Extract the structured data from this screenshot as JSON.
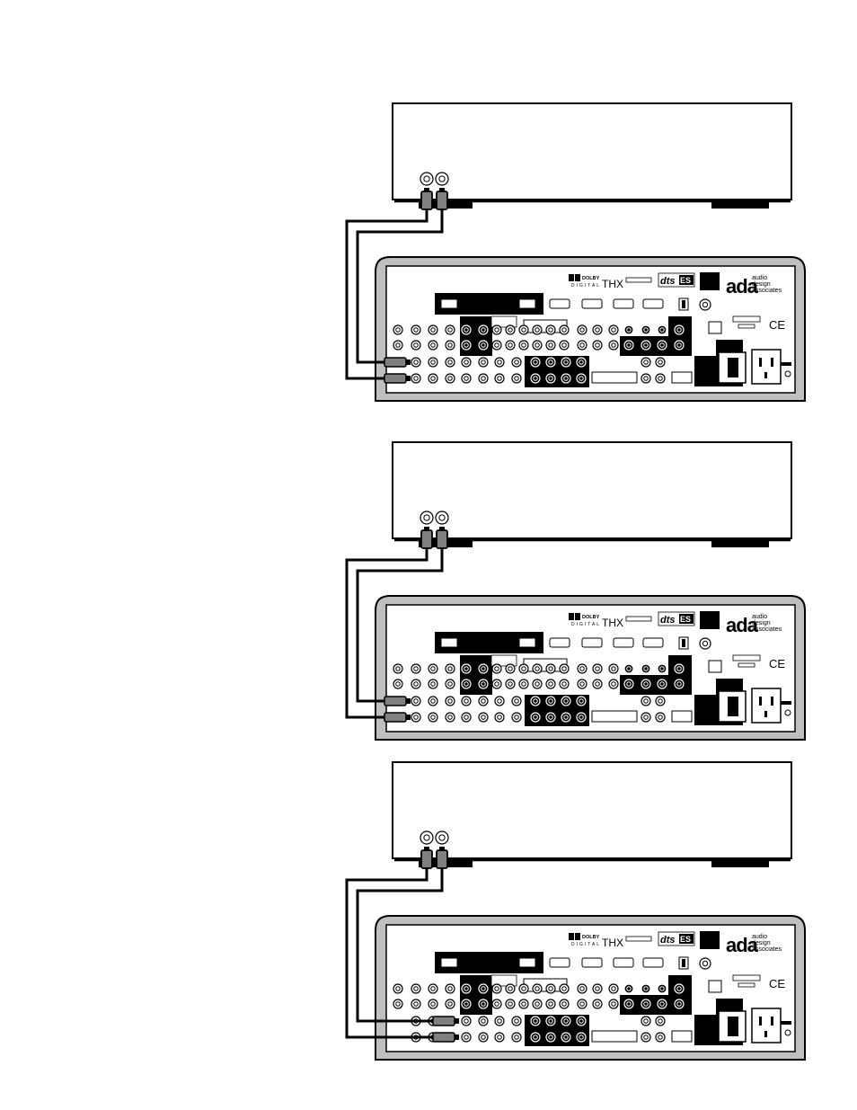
{
  "diagram": {
    "panels": [
      {
        "name": "connection-1",
        "rca_pair_position": "component-jacks"
      },
      {
        "name": "connection-2",
        "rca_pair_position": "component-jacks"
      },
      {
        "name": "connection-3",
        "rca_pair_position": "input-jacks"
      }
    ],
    "logos": {
      "brand_mark": "ada",
      "brand_words": [
        "audio",
        "design",
        "associates"
      ],
      "dolby": [
        "DOLBY",
        "DIGITAL"
      ],
      "thx": "THX",
      "dts": "dts",
      "dts_es": "ES",
      "ce_mark": "CE"
    },
    "colors": {
      "ink": "#000000",
      "panel_fill": "#bfbfbf",
      "paper": "#ffffff",
      "plug_fill": "#808080"
    }
  }
}
